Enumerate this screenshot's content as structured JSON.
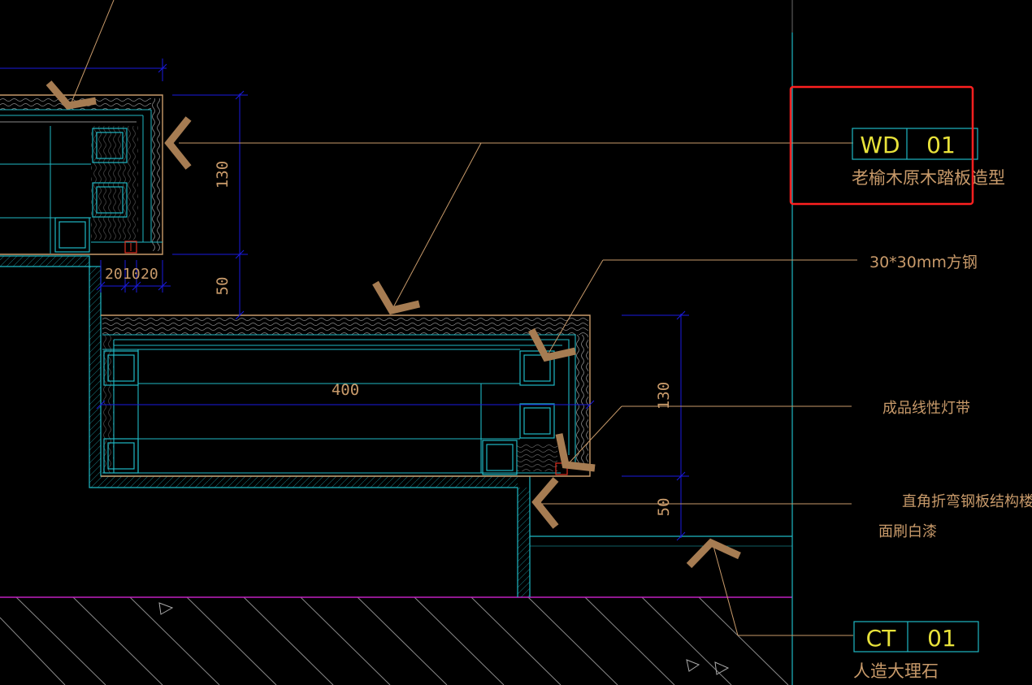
{
  "colors": {
    "background": "#000000",
    "cyan": "#1fb8c4",
    "blue": "#1a1ae0",
    "tan": "#c89a6a",
    "arrow": "#a67c52",
    "yellow": "#e8e23a",
    "magenta": "#c020c0",
    "grey": "#9a9a9a",
    "red_highlight": "#ff2020",
    "red_detail": "#e03020"
  },
  "dimensions": {
    "top_130": "130",
    "top_50": "50",
    "top_20a": "20",
    "top_10": "10",
    "top_20b": "20",
    "mid_400": "400",
    "right_130": "130",
    "right_50": "50"
  },
  "tags": {
    "wd": {
      "code": "WD",
      "number": "01",
      "label": "老榆木原木踏板造型"
    },
    "ct": {
      "code": "CT",
      "number": "01",
      "label": "人造大理石"
    }
  },
  "notes": {
    "steel": "30*30mm方钢",
    "light": "成品线性灯带",
    "stair_line1": "直角折弯钢板结构楼梯",
    "stair_line2": "面刷白漆"
  }
}
